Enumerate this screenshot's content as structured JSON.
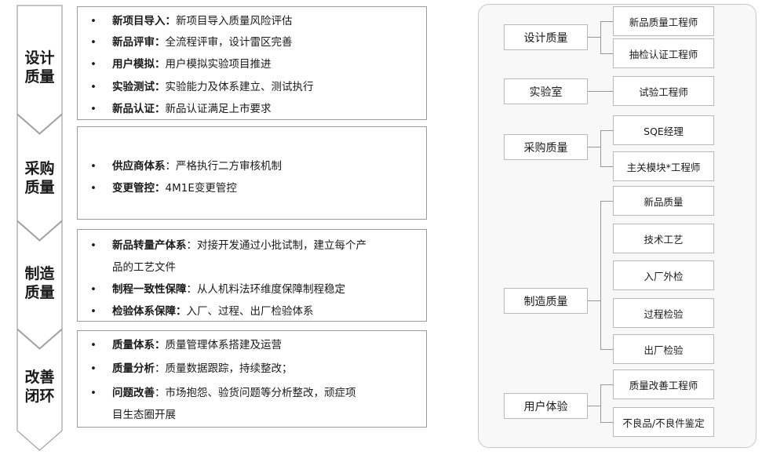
{
  "stages": [
    {
      "line1": "设计",
      "line2": "质量"
    },
    {
      "line1": "采购",
      "line2": "质量"
    },
    {
      "line1": "制造",
      "line2": "质量"
    },
    {
      "line1": "改善",
      "line2": "闭环"
    }
  ],
  "boxes": {
    "design": [
      {
        "bullet": "•",
        "term": "新项目导入：",
        "desc": "新项目导入质量风险评估"
      },
      {
        "bullet": "•",
        "term": "新品评审：",
        "desc": "全流程评审，设计雷区完善"
      },
      {
        "bullet": "•",
        "term": "用户模拟：",
        "desc": "用户模拟实验项目推进"
      },
      {
        "bullet": "•",
        "term": "实验测试：",
        "desc": "实验能力及体系建立、测试执行"
      },
      {
        "bullet": "•",
        "term": "新品认证：",
        "desc": "新品认证满足上市要求"
      }
    ],
    "purchase": [
      {
        "bullet": "•",
        "term": "供应商体系",
        "desc": "：严格执行二方审核机制"
      },
      {
        "bullet": "•",
        "term": "变更管控：",
        "desc": "4M1E变更管控"
      }
    ],
    "manufacture": [
      {
        "bullet": "•",
        "term": "新品转量产体系",
        "desc": "：对接开发通过小批试制，建立每个产"
      },
      {
        "cont": "品的工艺文件"
      },
      {
        "bullet": "•",
        "term": "制程一致性保障",
        "desc": "：从人机料法环维度保障制程稳定"
      },
      {
        "bullet": "•",
        "term": "检验体系保障：",
        "desc": "入厂、过程、出厂检验体系"
      }
    ],
    "improve": [
      {
        "bullet": "•",
        "term": "质量体系：",
        "desc": "质量管理体系搭建及运营"
      },
      {
        "bullet": "•",
        "term": "质量分析",
        "desc": "：质量数据跟踪，持续整改；"
      },
      {
        "bullet": "•",
        "term": "问题改善",
        "desc": "：市场抱怨、验货问题等分析整改，顽症项"
      },
      {
        "cont": "目生态圈开展"
      }
    ]
  },
  "org": {
    "departments": [
      "设计质量",
      "实验室",
      "采购质量",
      "制造质量",
      "用户体验"
    ],
    "roles": {
      "design": [
        "新品质量工程师",
        "抽检认证工程师"
      ],
      "lab": [
        "试验工程师"
      ],
      "purchase": [
        "SQE经理",
        "主关模块*工程师"
      ],
      "manufacture": [
        "新品质量",
        "技术工艺",
        "入厂外检",
        "过程检验",
        "出厂检验"
      ],
      "user": [
        "质量改善工程师",
        "不良品/不良件鉴定"
      ]
    }
  }
}
